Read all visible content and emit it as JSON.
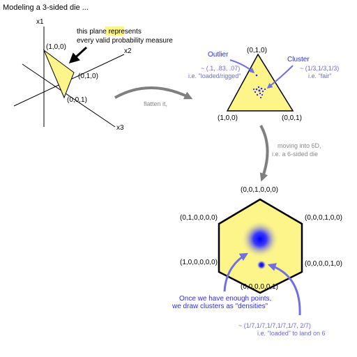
{
  "title": "Modeling a 3-sided die ...",
  "axes": {
    "x1": "x1",
    "x2": "x2",
    "x3": "x3"
  },
  "plane_note": {
    "prefix": "this ",
    "highlight": "plane",
    "suffix": " represents",
    "line2": "every valid probability measure"
  },
  "triangle3d_labels": {
    "top": "(1,0,0)",
    "mid": "(0,1,0)",
    "bottom": "(0,0,1)"
  },
  "flatten_label": "flatten it,",
  "triangle2d_labels": {
    "top": "(0,1,0)",
    "left": "(1,0,0)",
    "right": "(0,0,1)"
  },
  "outlier": {
    "title": "Outlier",
    "line1": "~ (.1, .83, .07)",
    "line2": "i.e. \"loaded/rigged\""
  },
  "cluster": {
    "title": "Cluster",
    "line1": "~ (1/3,1/3,1/3)",
    "line2": "i.e. \"fair\""
  },
  "moving_note": {
    "line1": "moving into 6D,",
    "line2": "i.e. a 6-sided die"
  },
  "hexagon_labels": {
    "top": "(0,0,1,0,0,0)",
    "upper_left": "(0,1,0,0,0,0)",
    "upper_right": "(0,0,0,1,0,0)",
    "lower_left": "(1,0,0,0,0,0)",
    "lower_right": "(0,0,0,0,1,0)",
    "bottom": "(0,0,0,0,0,1)"
  },
  "density_note": {
    "line1": "Once we have enough points,",
    "line2": "we draw clusters as \"densities\""
  },
  "loaded_note": {
    "line1": "~ (1/7,1/7,1/7,1/7,1/7, 2/7)",
    "line2": "i.e. \"loaded\" to land on 6"
  },
  "colors": {
    "fill_yellow": "#fdf58a",
    "blue": "#2b2bff",
    "light_blue": "#7070e0",
    "gray_arrow": "#7f7f7f"
  }
}
